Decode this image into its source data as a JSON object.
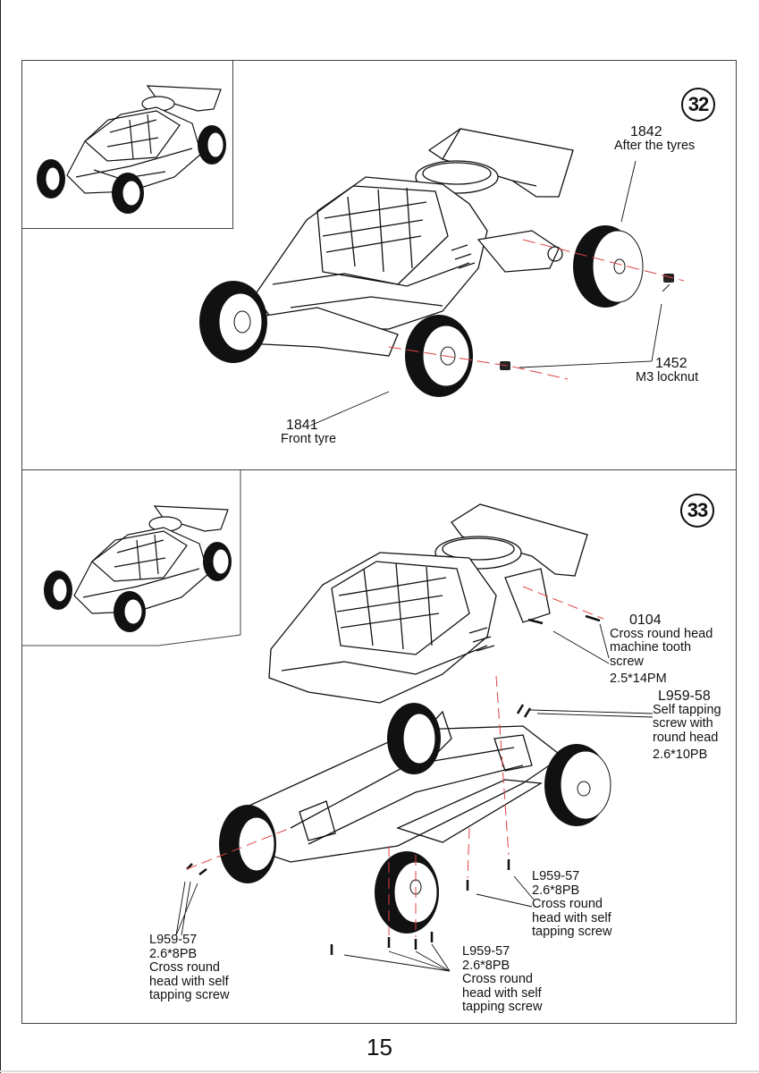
{
  "page": {
    "number": "15"
  },
  "step32": {
    "badge": "32",
    "parts": [
      {
        "num": "1842",
        "desc": "After the tyres"
      },
      {
        "num": "1452",
        "desc": "M3 locknut"
      },
      {
        "num": "1841",
        "desc": "Front tyre"
      }
    ]
  },
  "step33": {
    "badge": "33",
    "parts": [
      {
        "num": "0104",
        "desc": [
          "Cross round head",
          "machine tooth",
          "screw",
          "2.5*14PM"
        ]
      },
      {
        "num": "L959-58",
        "desc": [
          "Self tapping",
          "screw with",
          "round head",
          "2.6*10PB"
        ]
      },
      {
        "num": "L959-57",
        "desc": [
          "2.6*8PB",
          "Cross round",
          "head with self",
          "tapping screw"
        ]
      },
      {
        "num": "L959-57",
        "desc": [
          "2.6*8PB",
          "Cross round",
          "head with self",
          "tapping screw"
        ]
      },
      {
        "num": "L959-57",
        "desc": [
          "2.6*8PB",
          "Cross round",
          "head with self",
          "tapping screw"
        ]
      }
    ]
  },
  "icons": {
    "thumbnail": "buggy-thumbnail-icon",
    "assembly": "buggy-assembly-drawing",
    "wheel": "wheel-icon",
    "screw": "screw-icon",
    "nut": "locknut-icon"
  }
}
